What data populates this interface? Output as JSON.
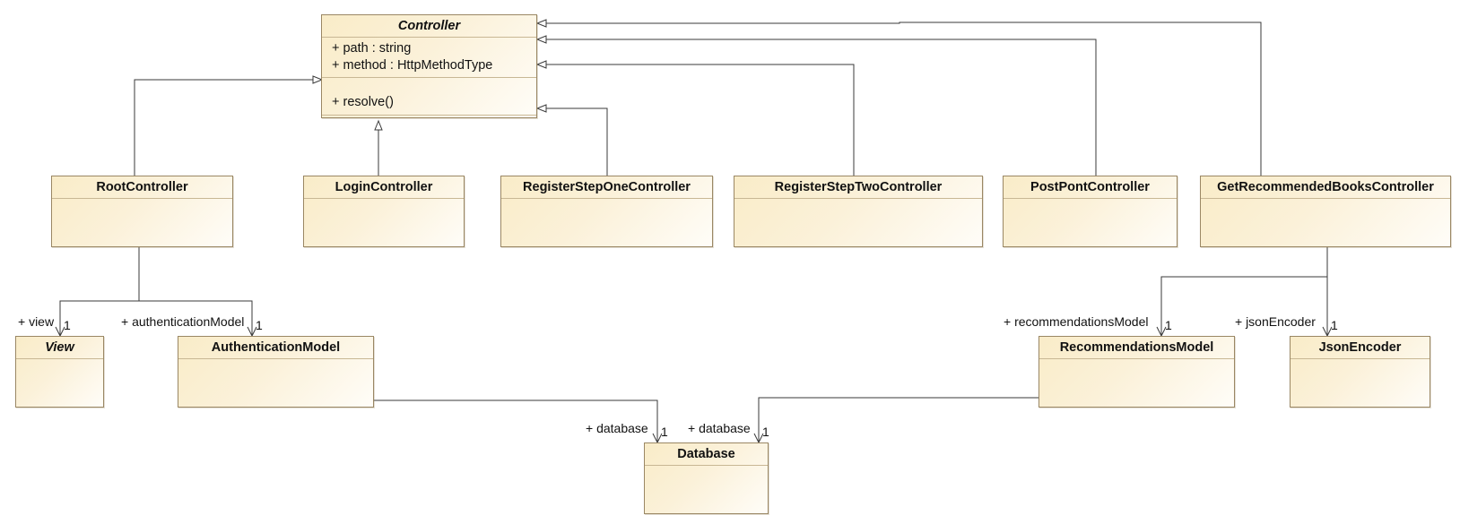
{
  "classes": {
    "controller": {
      "name": "Controller",
      "abstract": true,
      "attributes": [
        "+ path : string",
        "+ method : HttpMethodType"
      ],
      "operations": [
        "+ resolve()"
      ]
    },
    "root_controller": {
      "name": "RootController"
    },
    "login_controller": {
      "name": "LoginController"
    },
    "register_step_one_controller": {
      "name": "RegisterStepOneController"
    },
    "register_step_two_controller": {
      "name": "RegisterStepTwoController"
    },
    "post_pont_controller": {
      "name": "PostPontController"
    },
    "get_recommended_books_controller": {
      "name": "GetRecommendedBooksController"
    },
    "view": {
      "name": "View",
      "abstract": true
    },
    "authentication_model": {
      "name": "AuthenticationModel"
    },
    "recommendations_model": {
      "name": "RecommendationsModel"
    },
    "json_encoder": {
      "name": "JsonEncoder"
    },
    "database": {
      "name": "Database"
    }
  },
  "associations": {
    "root_view": {
      "role": "+ view",
      "multiplicity": "1"
    },
    "root_auth": {
      "role": "+ authenticationModel",
      "multiplicity": "1"
    },
    "recs_model": {
      "role": "+ recommendationsModel",
      "multiplicity": "1"
    },
    "json_encoder": {
      "role": "+ jsonEncoder",
      "multiplicity": "1"
    },
    "auth_db": {
      "role": "+ database",
      "multiplicity": "1"
    },
    "recs_db": {
      "role": "+ database",
      "multiplicity": "1"
    }
  },
  "colors": {
    "line": "#3a3a3a",
    "class_border": "#9a8764",
    "class_fill": "#f9ecc8"
  }
}
